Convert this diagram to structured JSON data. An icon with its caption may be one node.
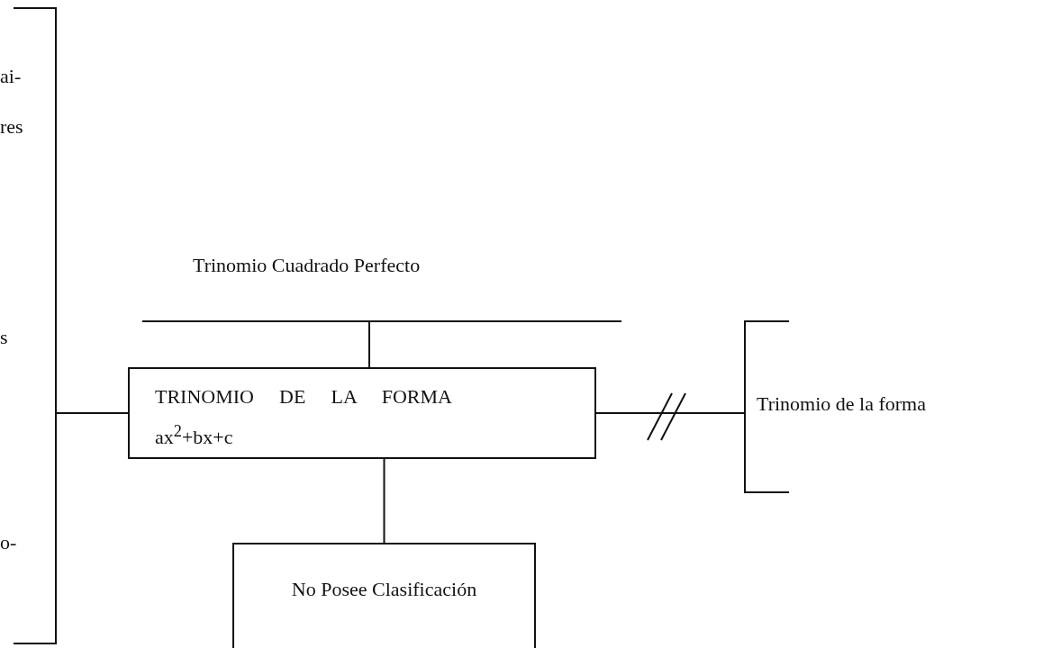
{
  "diagram": {
    "nodes": [
      {
        "text": [],
        "shape": "bracket"
      },
      {
        "text": [
          "Trinomio Cuadrado Perfecto"
        ]
      },
      {
        "text": [
          "TRINOMIO DE LA FORMA ax$^{2}$+bx+c"
        ]
      },
      {
        "text": [
          "Trinomio de la forma"
        ]
      },
      {
        "text": [
          "No Posee Clasificación"
        ]
      }
    ],
    "edges": [
      {
        "from": 0,
        "to": 2,
        "arrow": "none"
      },
      {
        "from": 2,
        "to": 1,
        "arrow": "none"
      },
      {
        "from": 2,
        "to": 3,
        "arrow": "none"
      },
      {
        "from": 2,
        "to": 4,
        "arrow": "none"
      }
    ],
    "labels": [
      "ai-",
      "res",
      "s",
      "o-"
    ]
  }
}
